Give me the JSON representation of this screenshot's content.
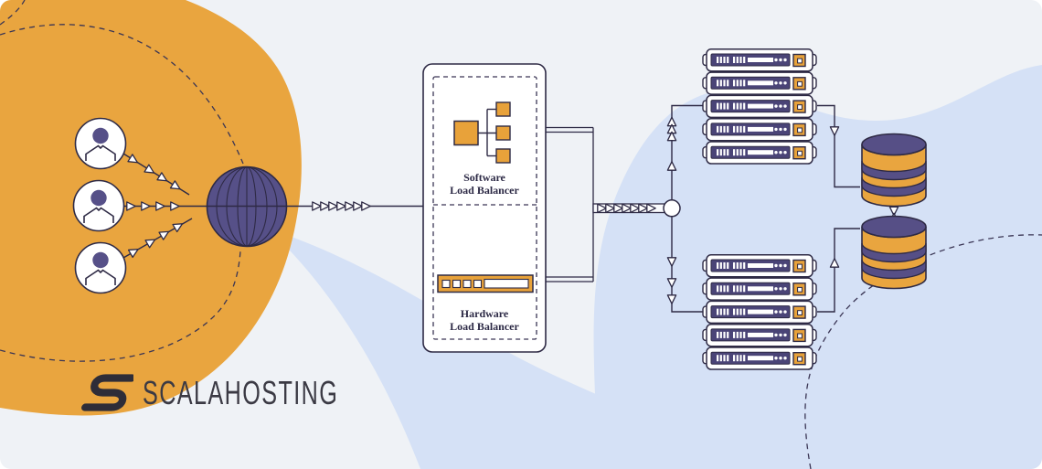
{
  "brand": {
    "name": "SCALAHOSTING"
  },
  "sections": {
    "software_lb": {
      "line1": "Software",
      "line2": "Load Balancer"
    },
    "hardware_lb": {
      "line1": "Hardware",
      "line2": "Load Balancer"
    }
  },
  "diagram": {
    "users_count": 3,
    "web_servers_top_count": 5,
    "web_servers_bottom_count": 5,
    "databases_count": 2,
    "colors": {
      "background": "#eff2f6",
      "accent_orange": "#e9a53f",
      "element_orange": "#e8a23a",
      "globe_purple": "#565088",
      "panel_purple": "#4a4477",
      "blue_blob": "#d5e1f6",
      "outline": "#2e2a45",
      "label_text": "#2c2945",
      "logo_dark": "#2e2d38"
    }
  }
}
